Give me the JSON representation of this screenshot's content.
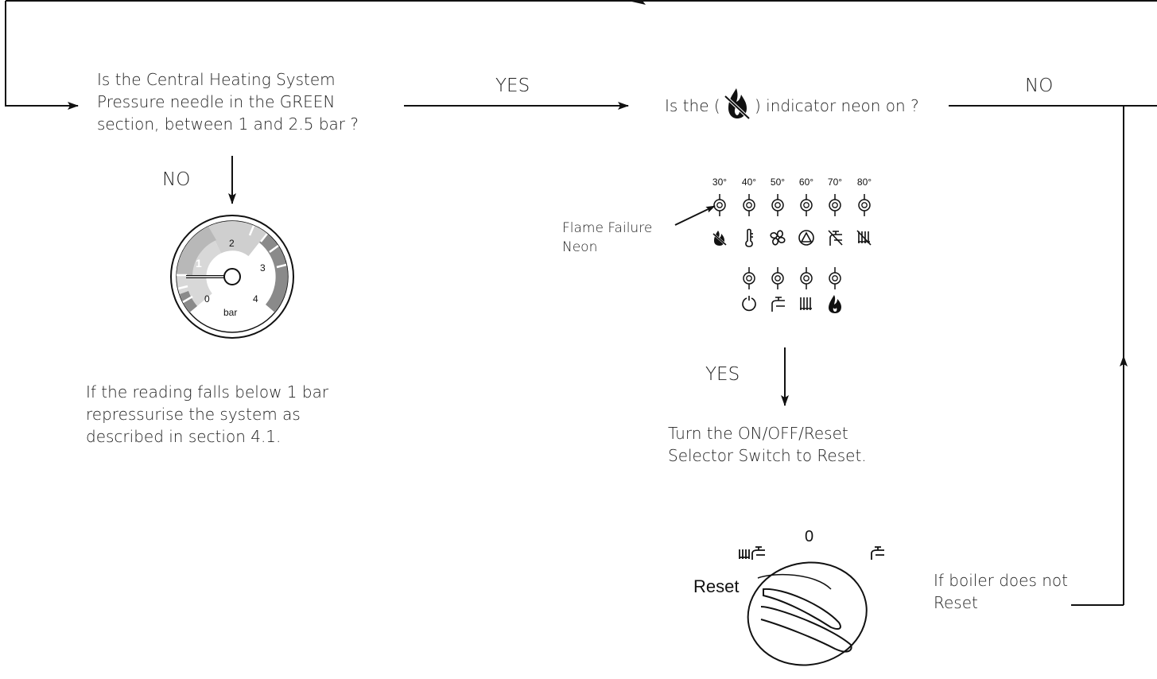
{
  "q1": {
    "lines": [
      "Is the Central Heating System",
      "Pressure needle in the GREEN",
      "section, between 1 and 2.5 bar ?"
    ]
  },
  "yes_1": "YES",
  "q2": {
    "before": "Is the (",
    "after": ") indicator neon on ?",
    "icon": "flame-crossed-icon"
  },
  "no_right": "NO",
  "no_down": "NO",
  "gauge": {
    "ticks": [
      "0",
      "1",
      "2",
      "3",
      "4"
    ],
    "unit": "bar",
    "needle_value_bar": 0.9,
    "colors": {
      "light_band": "#d8d8d8",
      "mid_band": "#b4b4b4",
      "dark_band": "#8a8a8a"
    }
  },
  "repressurise": {
    "lines": [
      "If the reading falls below 1 bar",
      "repressurise the system as",
      "described in section 4.1."
    ]
  },
  "panel": {
    "temps": [
      "30°",
      "40°",
      "50°",
      "60°",
      "70°",
      "80°"
    ],
    "top_icons": [
      "flame-crossed-icon",
      "thermometer-icon",
      "fan-icon",
      "pump-icon",
      "tap-crossed-icon",
      "radiator-crossed-icon"
    ],
    "bottom_icons": [
      "power-icon",
      "tap-icon",
      "radiator-icon",
      "flame-icon"
    ],
    "neon_label": [
      "Flame Failure",
      "Neon"
    ]
  },
  "yes_2": "YES",
  "turn": {
    "lines": [
      "Turn the ON/OFF/Reset",
      "Selector Switch to Reset."
    ]
  },
  "selector": {
    "zero": "0",
    "reset": "Reset",
    "left_icons": [
      "radiator-icon",
      "tap-icon"
    ],
    "right_icon": "tap-icon"
  },
  "no_reset": {
    "lines": [
      "If boiler does not",
      "Reset"
    ]
  }
}
